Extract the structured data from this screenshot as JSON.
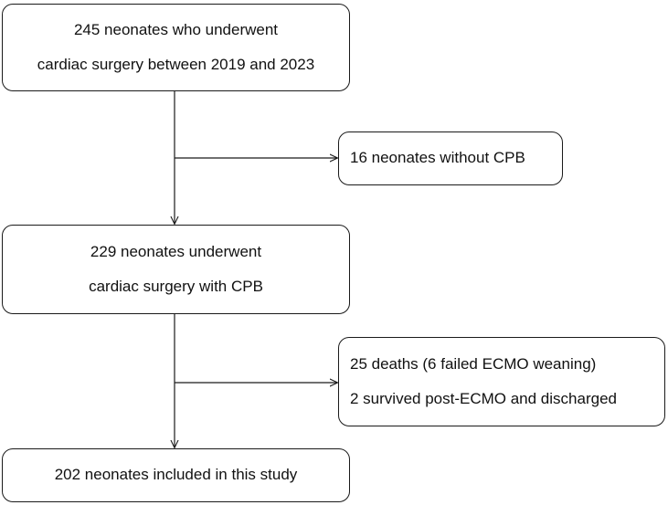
{
  "boxes": {
    "initial": {
      "lines": [
        "245 neonates who underwent",
        "cardiac surgery between 2019 and 2023"
      ]
    },
    "excluded_no_cpb": {
      "lines": [
        "16 neonates without CPB"
      ]
    },
    "cpb": {
      "lines": [
        "229 neonates underwent",
        "cardiac surgery with CPB"
      ]
    },
    "excluded_outcomes": {
      "lines": [
        "25 deaths (6 failed ECMO weaning)",
        "2 survived post-ECMO and discharged"
      ]
    },
    "final": {
      "lines": [
        "202 neonates included in this study"
      ]
    }
  },
  "colors": {
    "stroke": "#1a1a1a",
    "text": "#111111",
    "background": "#ffffff"
  }
}
